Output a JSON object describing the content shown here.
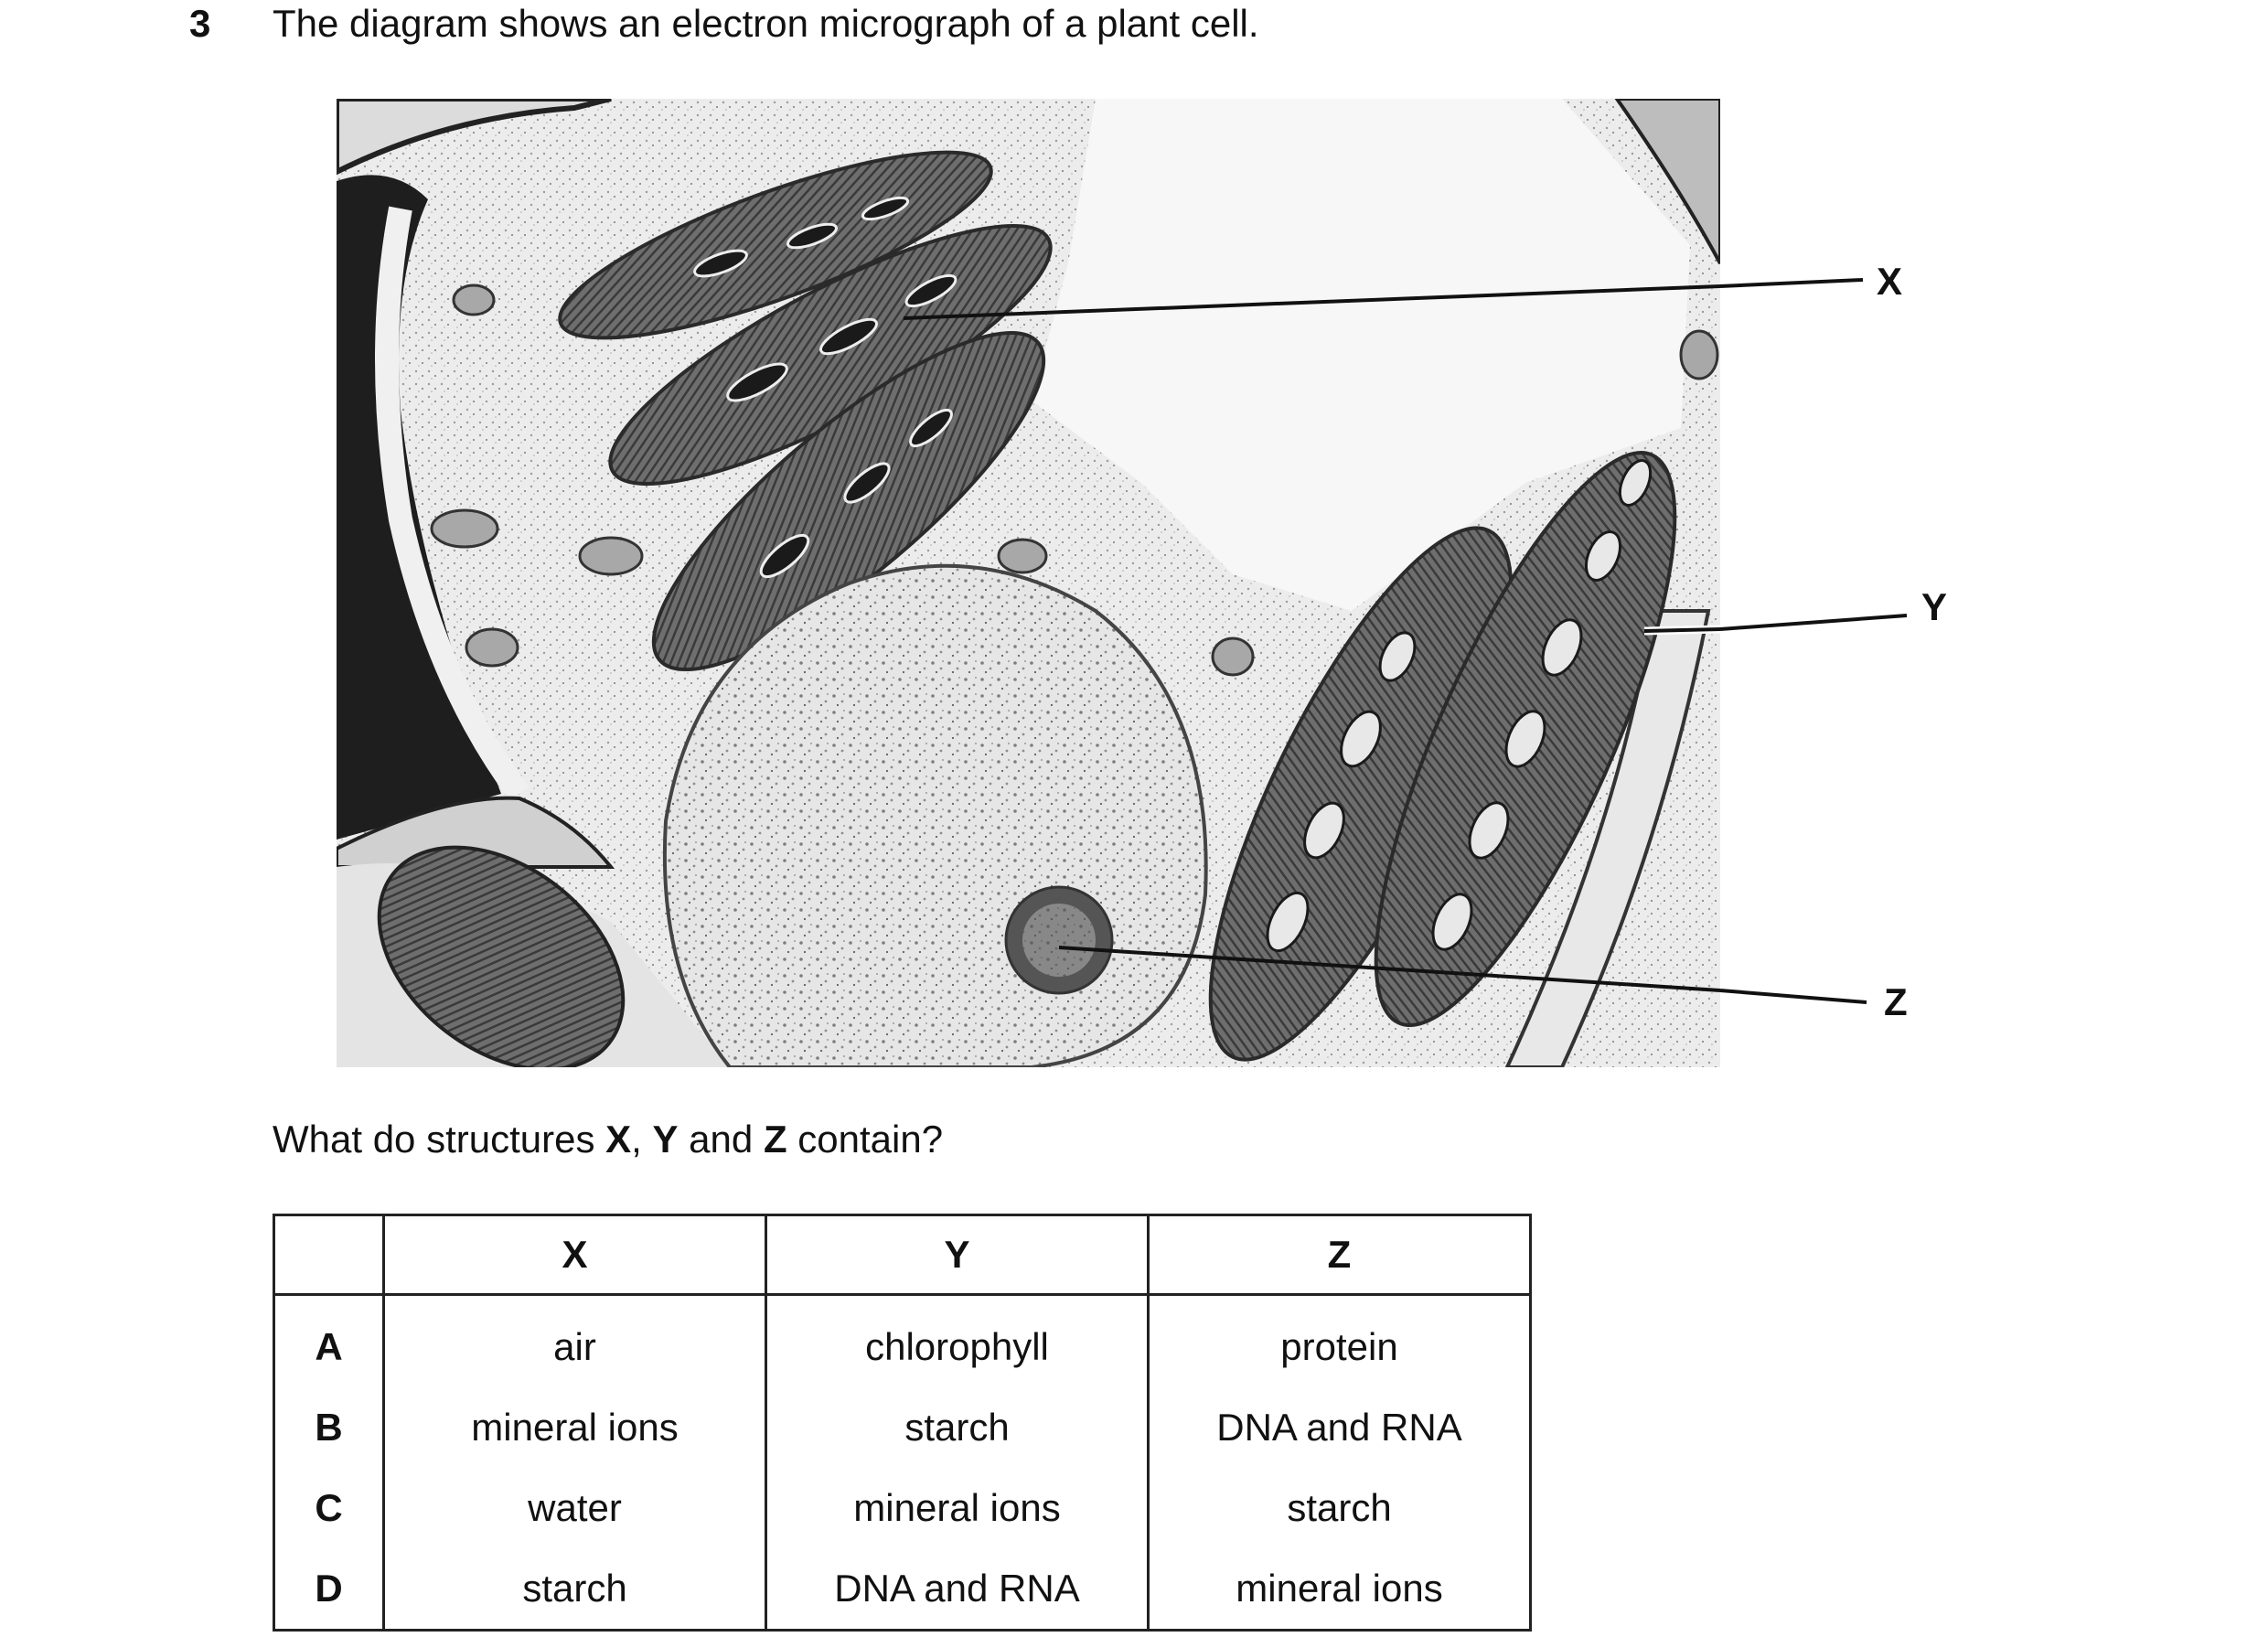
{
  "question": {
    "number": "3",
    "text": "The diagram shows an electron micrograph of a plant cell.",
    "prompt_pre": "What do structures ",
    "prompt_x": "X",
    "prompt_sep1": ", ",
    "prompt_y": "Y",
    "prompt_and": " and ",
    "prompt_z": "Z",
    "prompt_post": " contain?"
  },
  "figure": {
    "labels": {
      "x": "X",
      "y": "Y",
      "z": "Z"
    },
    "colors": {
      "background": "#f0f0f0",
      "dark": "#2a2a2a",
      "mid": "#6a6a6a",
      "light": "#d8d8d8"
    }
  },
  "table": {
    "headers": [
      "",
      "X",
      "Y",
      "Z"
    ],
    "rows": [
      {
        "letter": "A",
        "x": "air",
        "y": "chlorophyll",
        "z": "protein"
      },
      {
        "letter": "B",
        "x": "mineral ions",
        "y": "starch",
        "z": "DNA and RNA"
      },
      {
        "letter": "C",
        "x": "water",
        "y": "mineral ions",
        "z": "starch"
      },
      {
        "letter": "D",
        "x": "starch",
        "y": "DNA and RNA",
        "z": "mineral ions"
      }
    ]
  }
}
